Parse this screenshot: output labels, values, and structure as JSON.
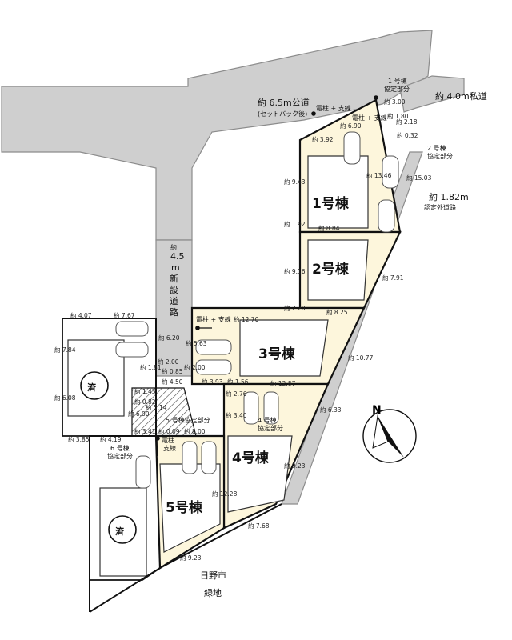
{
  "roads": {
    "public_road_line1": "約 6.5m公道",
    "public_road_line2": "(セットバック後)",
    "private_road": "約 4.0m私道",
    "new_road": [
      "約",
      "4.5",
      "m",
      "新",
      "設",
      "道",
      "路"
    ],
    "outside_road_line1": "約 1.82m",
    "outside_road_line2": "認定外道路"
  },
  "lots": {
    "lot1": "1号棟",
    "lot2": "2号棟",
    "lot3": "3号棟",
    "lot4": "4号棟",
    "lot5": "5号棟",
    "sold1": "済",
    "sold2": "済"
  },
  "notes": {
    "n1_line1": "1 号棟",
    "n1_line2": "協定部分",
    "n2_line1": "2 号棟",
    "n2_line2": "協定部分",
    "n4_line1": "4 号棟",
    "n4_line2": "協定部分",
    "n5": "5 号棟協定部分",
    "n6_line1": "6 号棟",
    "n6_line2": "協定部分",
    "pole1": "電柱 + 支線",
    "pole2": "電柱 + 支線",
    "pole3": "電柱 + 支線",
    "pole4_line1": "電柱",
    "pole4_line2": "支線"
  },
  "greenland_line1": "日野市",
  "greenland_line2": "緑地",
  "dims": {
    "d_392": "約 3.92",
    "d_690": "約 6.90",
    "d_300": "約 3.00",
    "d_180": "約 1.80",
    "d_218": "約 2.18",
    "d_032": "約 0.32",
    "d_943": "約 9.43",
    "d_1346": "約 13.46",
    "d_1503": "約 15.03",
    "d_192": "約 1.92",
    "d_884": "約 8.84",
    "d_916": "約 9.16",
    "d_791": "約 7.91",
    "d_220": "約 2.20",
    "d_825": "約 8.25",
    "d_1270": "約 12.70",
    "d_563": "約 5.63",
    "d_1077": "約 10.77",
    "d_407": "約 4.07",
    "d_767": "約 7.67",
    "d_784": "約 7.84",
    "d_620": "約 6.20",
    "d_181": "約 1.81",
    "d_200a": "約 2.00",
    "d_200b": "約 2.00",
    "d_085": "約 0.85",
    "d_450": "約 4.50",
    "d_156": "約 1.56",
    "d_1287": "約 12.87",
    "d_608": "約 6.08",
    "d_143": "約 1.43",
    "d_082": "約 0.82",
    "d_600": "約 6.00",
    "d_514": "約 5.14",
    "d_633": "約 6.33",
    "d_276": "約 2.76",
    "d_340": "約 3.40",
    "d_393": "約 3.93",
    "d_341": "約 3.41",
    "d_009": "約 0.09",
    "d_800": "約 8.00",
    "d_385": "約 3.85",
    "d_419": "約 4.19",
    "d_1228": "約 12.28",
    "d_923a": "約 9.23",
    "d_768": "約 7.68",
    "d_923b": "約 9.23"
  },
  "compass": "N",
  "colors": {
    "lot_fill": "#fdf6dc",
    "road_fill": "#cfcfcf",
    "sold_fill": "#ffffff"
  }
}
